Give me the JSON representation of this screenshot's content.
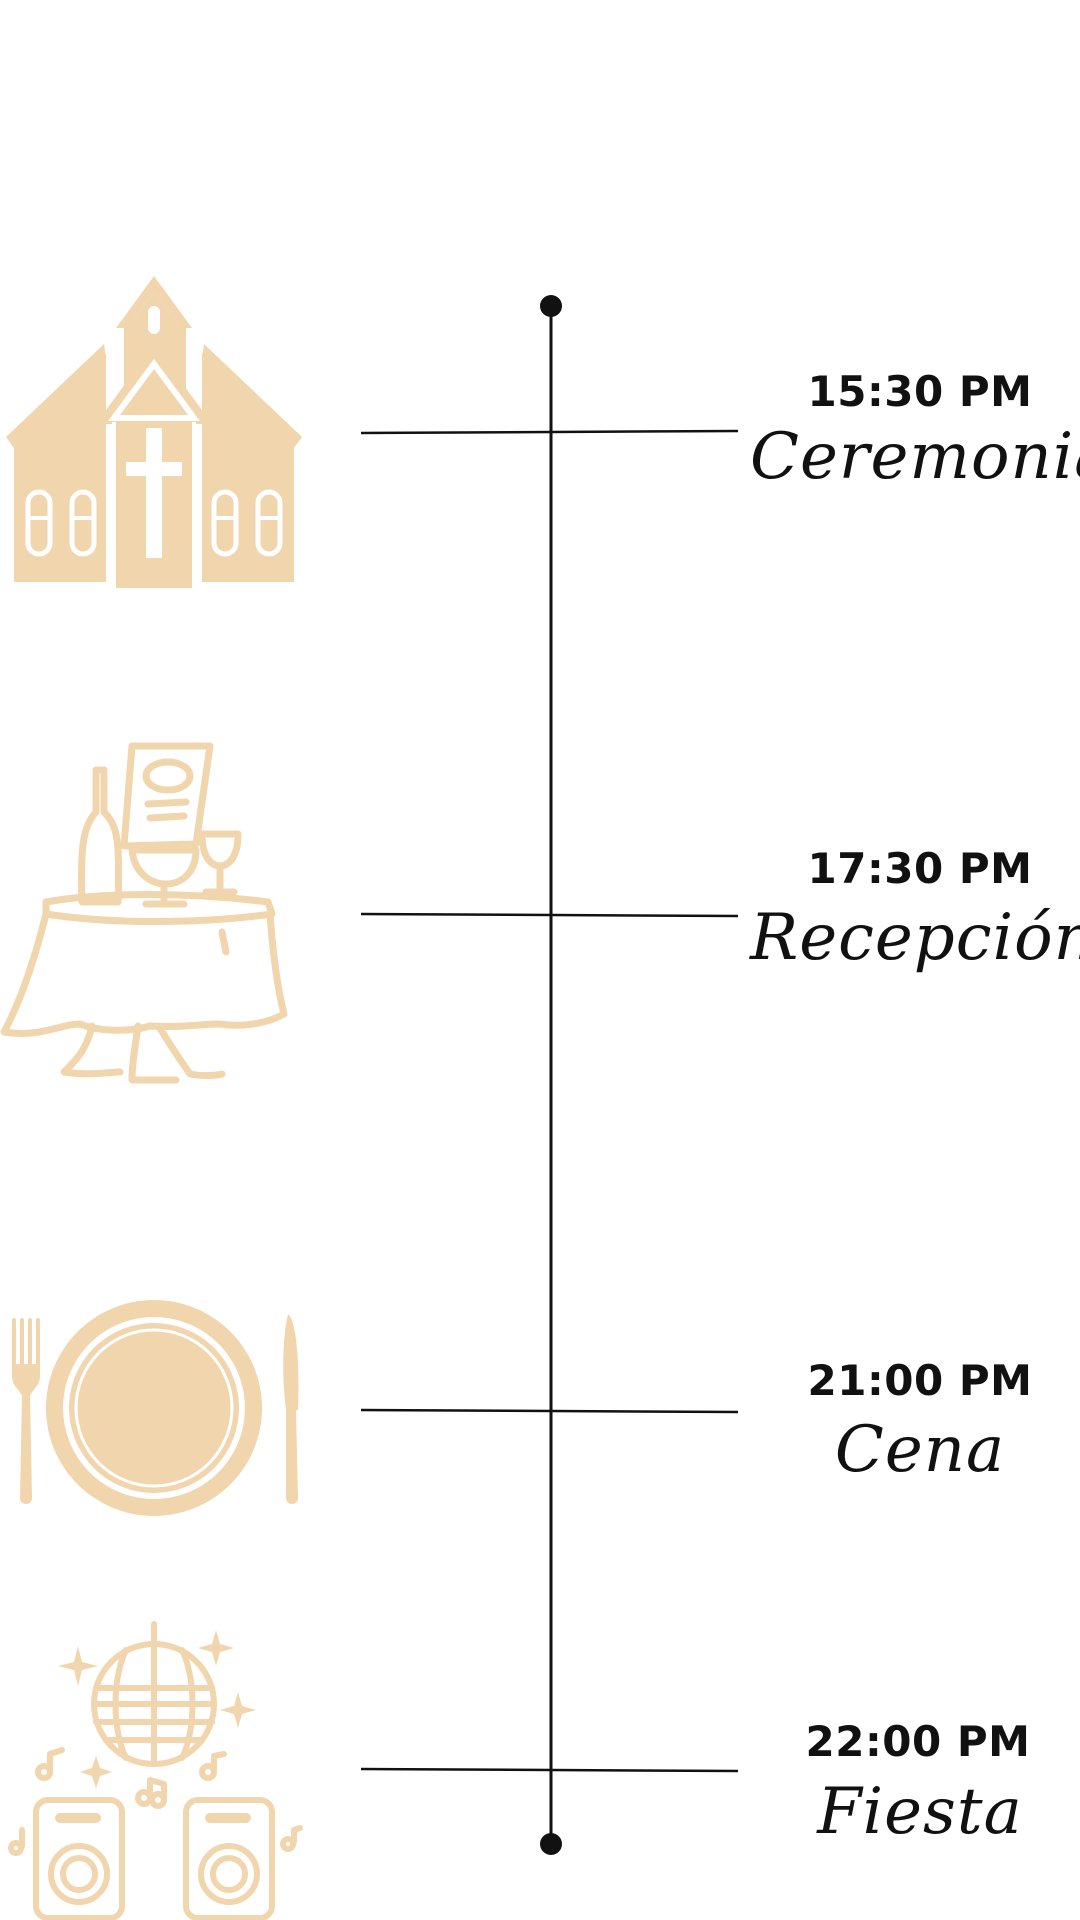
{
  "colors": {
    "icon": "#f1d5ad",
    "line": "#111111",
    "background": "#ffffff"
  },
  "events": [
    {
      "time": "15:30 PM",
      "name": "Ceremonia",
      "icon": "church-icon"
    },
    {
      "time": "17:30 PM",
      "name": "Recepción",
      "icon": "reception-table-icon"
    },
    {
      "time": "21:00 PM",
      "name": "Cena",
      "icon": "dinner-plate-icon"
    },
    {
      "time": "22:00 PM",
      "name": "Fiesta",
      "icon": "party-disco-icon"
    }
  ]
}
